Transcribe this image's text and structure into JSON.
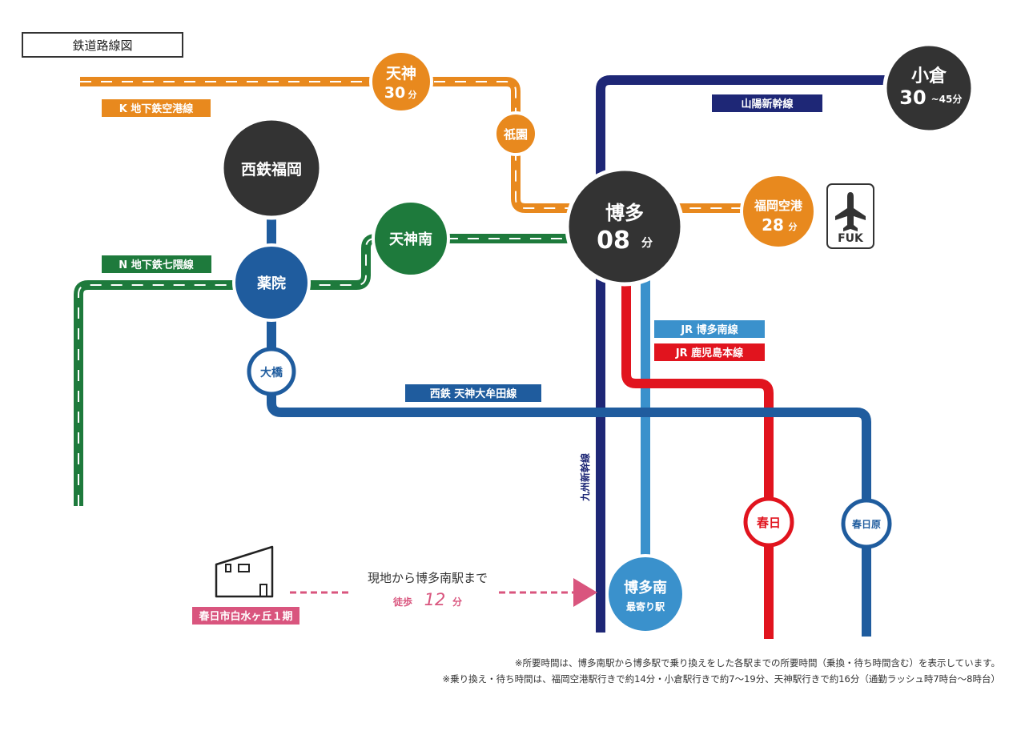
{
  "title": "鉄道路線図",
  "colors": {
    "airport_line": "#E8891E",
    "nanakuma_line": "#1E7A3C",
    "nishitetsu_line": "#1F5C9E",
    "shinkansen": "#1E2776",
    "hakataminami_line": "#3A91CC",
    "kagoshima_line": "#E1141E",
    "station_dark": "#333333",
    "site_pink": "#D9557E"
  },
  "lines": {
    "airport": "K 地下鉄空港線",
    "nanakuma": "N 地下鉄七隈線",
    "sanyo": "山陽新幹線",
    "kyushu": "九州新幹線",
    "hakataminami": "JR 博多南線",
    "kagoshima": "JR 鹿児島本線",
    "nishitetsu": "西鉄 天神大牟田線"
  },
  "stations": {
    "tenjin": {
      "name": "天神",
      "time": "30",
      "unit": "分"
    },
    "gion": "祇園",
    "hakata": {
      "name": "博多",
      "time": "08",
      "unit": "分"
    },
    "fukuoka_airport": {
      "name": "福岡空港",
      "time": "28",
      "unit": "分"
    },
    "kokura": {
      "name": "小倉",
      "time": "30",
      "suffix": "~45分"
    },
    "nishitetsu_fukuoka": "西鉄福岡",
    "tenjin_minami": "天神南",
    "yakuin": "薬院",
    "ohashi": "大橋",
    "kasuga": "春日",
    "kasugabaru": "春日原",
    "hakataminami": {
      "name": "博多南",
      "sub": "最寄り駅"
    }
  },
  "airport_badge": "FUK",
  "site": {
    "name": "春日市白水ヶ丘１期",
    "route_text": "現地から博多南駅まで",
    "walk_label": "徒歩",
    "walk_time": "12",
    "walk_unit": "分"
  },
  "notes": [
    "※所要時間は、博多南駅から博多駅で乗り換えをした各駅までの所要時間（乗換・待ち時間含む）を表示しています。",
    "※乗り換え・待ち時間は、福岡空港駅行きで約14分・小倉駅行きで約7～19分、天神駅行きで約16分（通勤ラッシュ時7時台～8時台）"
  ]
}
